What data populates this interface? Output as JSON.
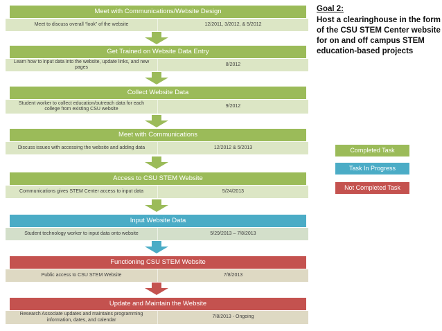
{
  "goal": {
    "title": "Goal 2:",
    "lines": [
      "Host a clearinghouse in the form",
      "of the CSU STEM Center website",
      "for on and off campus STEM",
      "education-based projects"
    ]
  },
  "flow": {
    "blocks": [
      {
        "title": "Meet with Communications/Website Design",
        "desc": "Meet to discuss overall “look” of the website",
        "date": "12/2011, 3/2012, & 5/2012",
        "status": "completed"
      },
      {
        "title": "Get Trained on Website Data Entry",
        "desc": "Learn how to input data into the website, update links, and new pages",
        "date": "8/2012",
        "status": "completed"
      },
      {
        "title": "Collect Website Data",
        "desc": "Student worker to collect education/outreach data for each college from existing CSU website",
        "date": "9/2012",
        "status": "completed"
      },
      {
        "title": "Meet with Communications",
        "desc": "Discuss issues with accessing the website and adding data",
        "date": "12/2012 & 5/2013",
        "status": "completed"
      },
      {
        "title": "Access to CSU STEM Website",
        "desc": "Communications gives STEM Center access to input data",
        "date": "5/24/2013",
        "status": "completed"
      },
      {
        "title": "Input Website Data",
        "desc": "Student technology worker to input data onto website",
        "date": "5/29/2013 – 7/8/2013",
        "status": "in_progress"
      },
      {
        "title": "Functioning CSU STEM Website",
        "desc": "Public access to CSU STEM Website",
        "date": "7/8/2013",
        "status": "not_completed"
      },
      {
        "title": "Update and Maintain the Website",
        "desc": "Research Associate updates and maintains programming information, dates, and calendar",
        "date": "7/8/2013 - Ongoing",
        "status": "not_completed"
      }
    ],
    "arrows": [
      "completed",
      "completed",
      "completed",
      "completed",
      "completed",
      "in_progress",
      "not_completed"
    ]
  },
  "legend": {
    "items": [
      {
        "label": "Completed Task",
        "status": "completed"
      },
      {
        "label": "Task In Progress",
        "status": "in_progress"
      },
      {
        "label": "Not Completed Task",
        "status": "not_completed"
      }
    ]
  },
  "colors": {
    "completed": "#9bbb59",
    "completed_row": "#dce6c5",
    "in_progress": "#4bacc6",
    "in_progress_row": "#d3dfca",
    "not_completed": "#c4524f",
    "not_completed_row": "#ded9c3",
    "text_dark": "#3d3d3d",
    "text_light": "#ffffff"
  }
}
